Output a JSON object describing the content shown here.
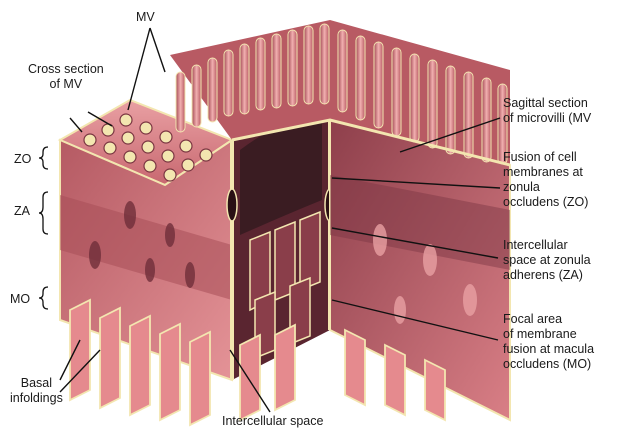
{
  "labels": {
    "mv": "MV",
    "cross_section_mv": "Cross section\nof MV",
    "zo": "ZO",
    "za": "ZA",
    "mo": "MO",
    "basal_infoldings": "Basal\ninfoldings",
    "intercellular_space": "Intercellular space",
    "sagittal_section": "Sagittal section\nof microvilli (MV",
    "fusion_zo": "Fusion  of cell\nmembranes at\nzonula\noccludens (ZO)",
    "intercellular_za": "Intercellular\nspace at zonula\nadherens (ZA)",
    "focal_mo": "Focal area\nof membrane\nfusion at macula\noccludens (MO)"
  },
  "colors": {
    "cell_light": "#e58a8e",
    "cell_mid": "#c9626a",
    "cell_dark": "#7a3642",
    "membrane": "#f3e6b0",
    "space_dark": "#3a1c22"
  }
}
